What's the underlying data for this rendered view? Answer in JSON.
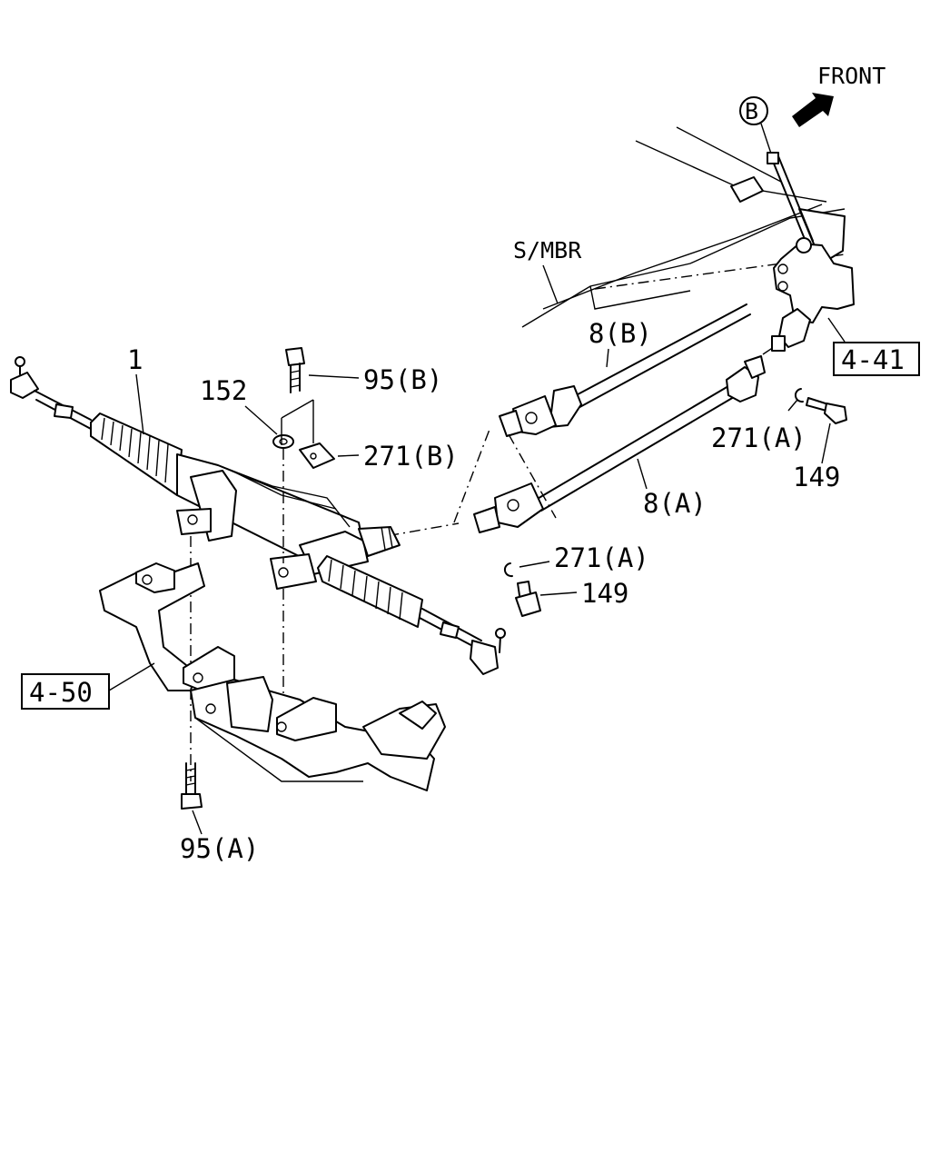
{
  "direction_label": "FRONT",
  "circle_ref": "B",
  "member_label": "S/MBR",
  "callouts": {
    "rack": "1",
    "shaft_b": "8(B)",
    "shaft_a": "8(A)",
    "washer": "152",
    "bolt_b": "95(B)",
    "bolt_a": "95(A)",
    "clip_b": "271(B)",
    "clip_a_upper": "271(A)",
    "clip_a_lower": "271(A)",
    "bolt_149_upper": "149",
    "bolt_149_lower": "149"
  },
  "references": {
    "ref_441": "4-41",
    "ref_450": "4-50"
  }
}
